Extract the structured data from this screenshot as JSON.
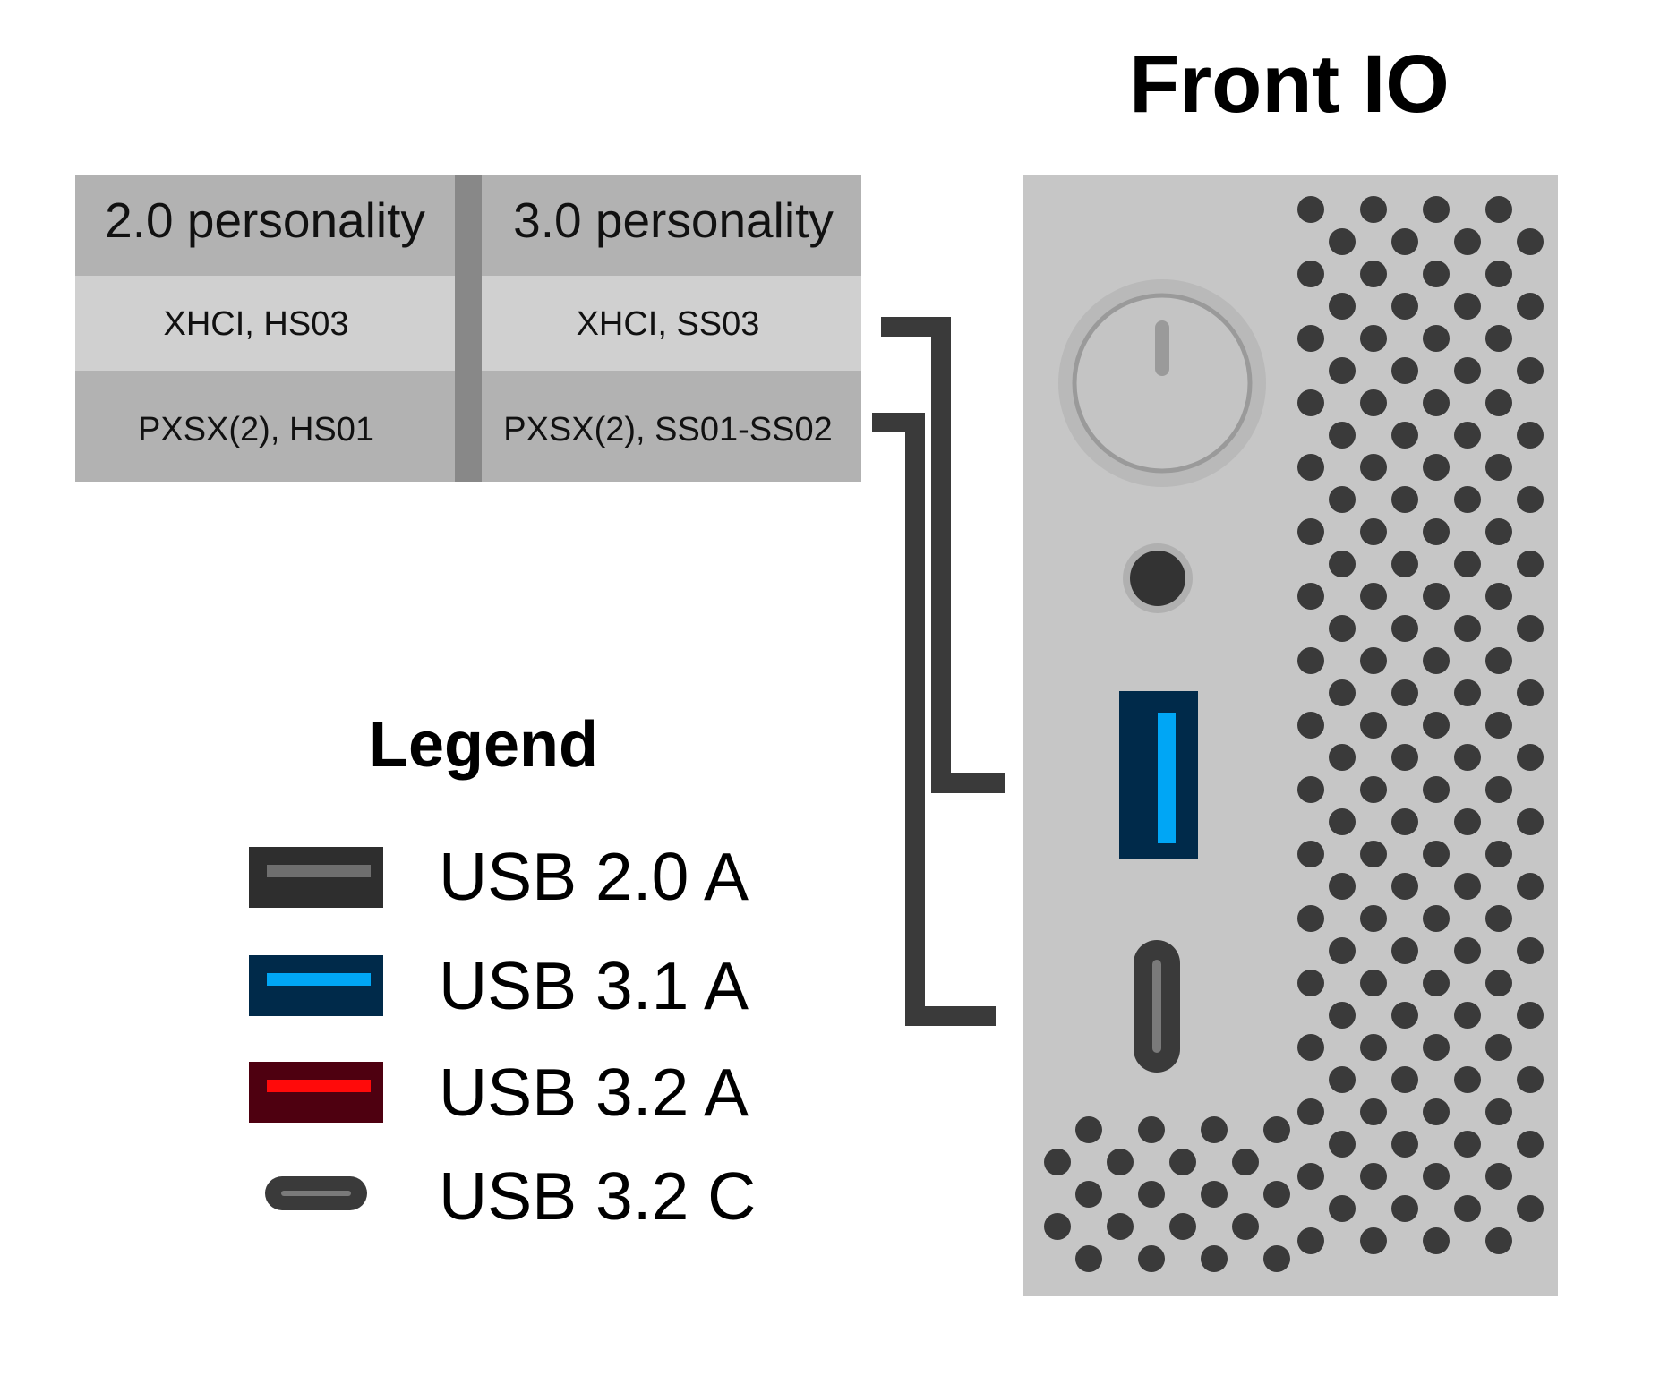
{
  "front_io": {
    "title": "Front IO",
    "panel_color": "#c6c6c6",
    "grille_hole_color": "#3a3a3a",
    "ports": [
      {
        "name": "usb-3-1-a",
        "type": "USB 3.1 A",
        "body_color": "#002a4a",
        "tongue_color": "#00a6f5"
      },
      {
        "name": "usb-3-2-c",
        "type": "USB 3.2 C",
        "body_color": "#3a3a3a",
        "tongue_color": "#7a7a7a"
      }
    ]
  },
  "mapping_table": {
    "headers": [
      "2.0 personality",
      "3.0 personality"
    ],
    "rows": [
      [
        "XHCI, HS03",
        "XHCI, SS03"
      ],
      [
        "PXSX(2), HS01",
        "PXSX(2), SS01-SS02"
      ]
    ],
    "header_color": "#b2b2b2",
    "row_colors": [
      "#d0d0d0",
      "#b2b2b2"
    ],
    "divider_color": "#888888"
  },
  "legend": {
    "title": "Legend",
    "items": [
      {
        "label": "USB 2.0 A",
        "icon": "usb-2-0-a-icon",
        "body_color": "#2e2e2e",
        "tongue_color": "#6e6e6e"
      },
      {
        "label": "USB 3.1 A",
        "icon": "usb-3-1-a-icon",
        "body_color": "#002a4a",
        "tongue_color": "#00a6f5"
      },
      {
        "label": "USB 3.2 A",
        "icon": "usb-3-2-a-icon",
        "body_color": "#4e0010",
        "tongue_color": "#ff0a0a"
      },
      {
        "label": "USB 3.2 C",
        "icon": "usb-3-2-c-icon",
        "body_color": "#3a3a3a",
        "tongue_color": "#7a7a7a"
      }
    ]
  },
  "connector_color": "#3a3a3a"
}
